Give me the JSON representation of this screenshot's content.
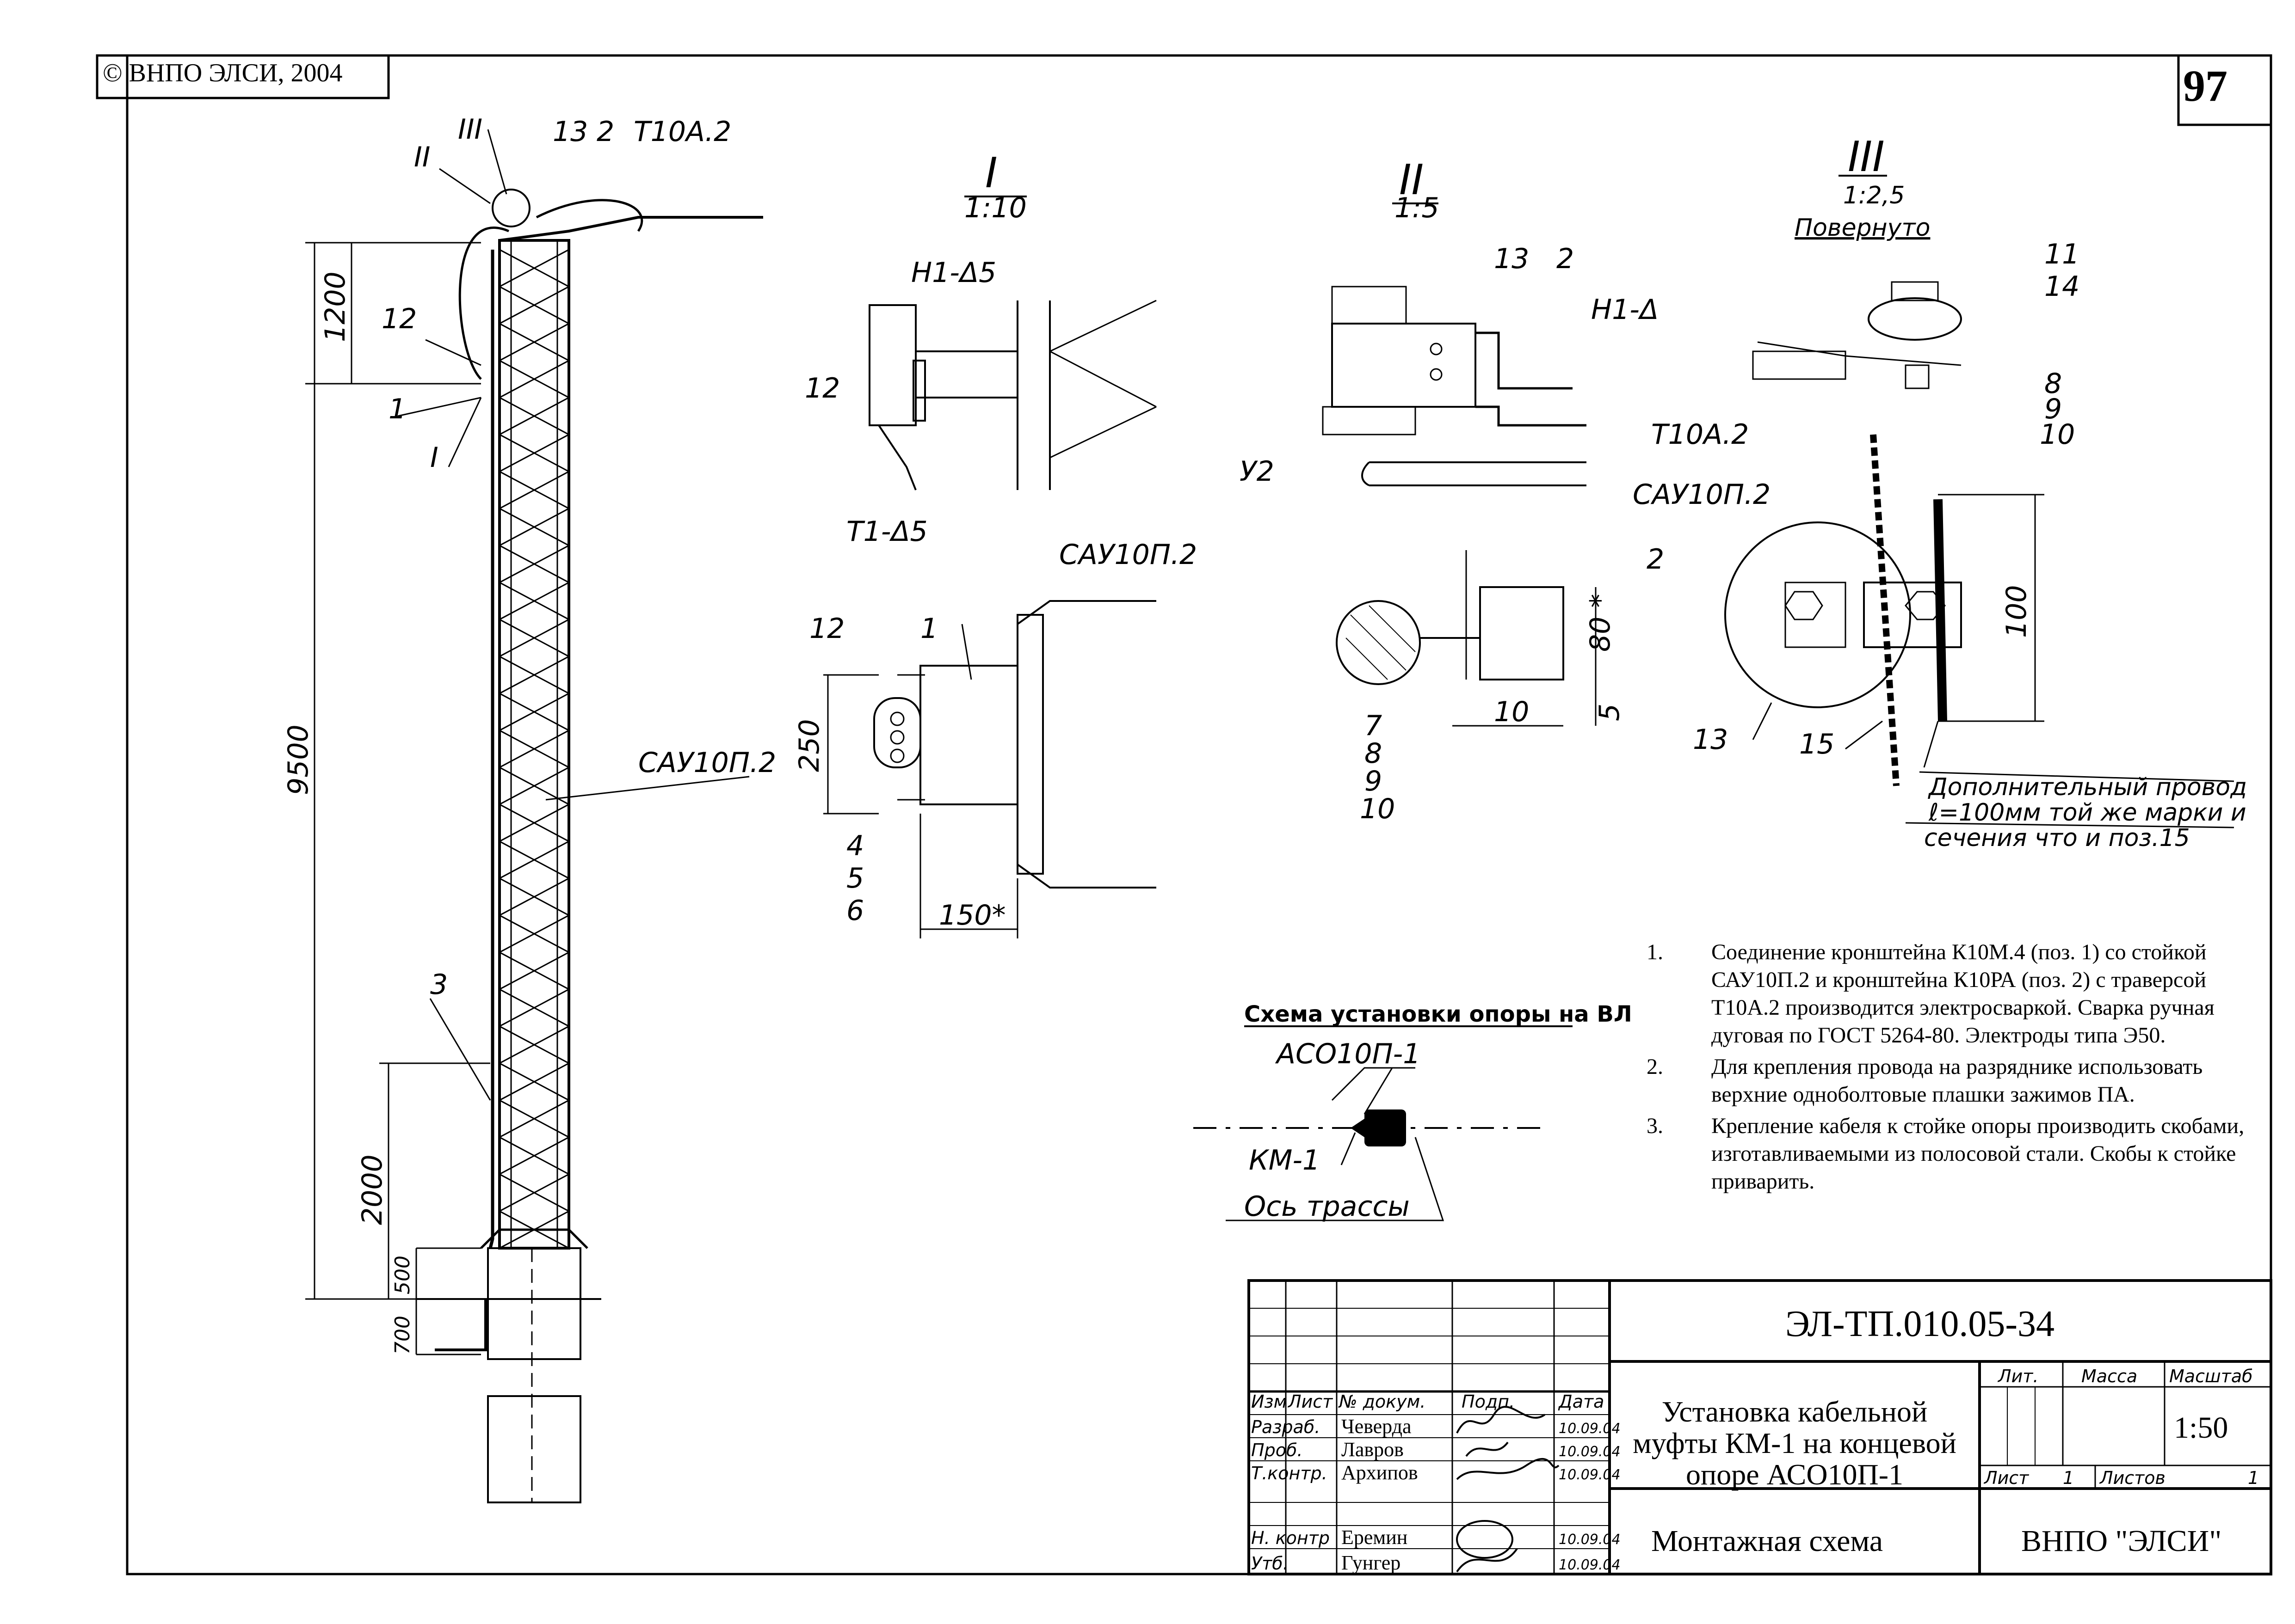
{
  "header": {
    "copyright": "© ВНПО ЭЛСИ, 2004",
    "page_number": "97"
  },
  "main_view": {
    "labels": {
      "detail_III": "III",
      "pos_13": "13",
      "pos_2": "2",
      "t10a2": "Т10А.2",
      "detail_II": "II",
      "pos_12": "12",
      "pos_1": "1",
      "detail_I": "I",
      "pos_3": "3",
      "sau": "САУ10П.2"
    },
    "dims": {
      "d1200": "1200",
      "d9500": "9500",
      "d2000": "2000",
      "d500": "500",
      "d700": "700"
    }
  },
  "detail_I": {
    "title": "I",
    "scale": "1:10",
    "labels": {
      "weld_top": "Н1-Δ5",
      "pos_12a": "12",
      "weld_bottom": "Т1-Δ5",
      "sau": "САУ10П.2",
      "pos_12b": "12",
      "pos_1": "1",
      "pos_4": "4",
      "pos_5": "5",
      "pos_6": "6"
    },
    "dims": {
      "d250": "250",
      "d150": "150*"
    }
  },
  "detail_II": {
    "title": "II",
    "scale": "1:5",
    "labels": {
      "pos_13": "13",
      "pos_2": "2",
      "weld": "Н1-Δ",
      "u2": "У2",
      "t10a2": "Т10А.2",
      "sau": "САУ10П.2",
      "pos_2b": "2",
      "pos_7": "7",
      "pos_8": "8",
      "pos_9": "9",
      "pos_10": "10"
    },
    "dims": {
      "d80": "80 *",
      "d10": "10",
      "d5": "5"
    }
  },
  "detail_III": {
    "title": "III",
    "scale": "1:2,5",
    "note": "Повернуто",
    "labels": {
      "pos_11": "11",
      "pos_14": "14",
      "pos_8": "8",
      "pos_9": "9",
      "pos_10": "10",
      "pos_13": "13",
      "pos_15": "15"
    },
    "dims": {
      "d100": "100"
    },
    "extra_note_lines": [
      "Дополнительный провод",
      "ℓ=100мм той же марки и",
      "сечения что и поз.15"
    ]
  },
  "scheme": {
    "title": "Схема установки опоры на ВЛ",
    "support_label": "АСО10П-1",
    "coupling_label": "КМ-1",
    "axis_label": "Ось трассы"
  },
  "notes": [
    {
      "num": "1.",
      "text": "Соединение кронштейна  К10М.4 (поз. 1) со стойкой САУ10П.2 и кронштейна К10РА (поз. 2) с траверсой Т10А.2 производится электросваркой. Сварка ручная дуговая по ГОСТ 5264-80. Электроды типа Э50."
    },
    {
      "num": "2.",
      "text": "Для крепления провода на разряднике использовать верхние однoболтовые плашки зажимов ПА."
    },
    {
      "num": "3.",
      "text": "Крепление кабеля к стойке опоры производить скобами, изготавливаемыми из полосовой стали. Скобы к стойке приварить."
    }
  ],
  "title_block": {
    "code": "ЭЛ-ТП.010.05-34",
    "title": "Установка кабельной муфты КМ-1 на концевой опоре АСО10П-1",
    "sheet_name": "Монтажная схема",
    "org": "ВНПО \"ЭЛСИ\"",
    "headers": {
      "izm": "Изм",
      "list": "Лист",
      "doc": "№ докум.",
      "sign": "Подп.",
      "date": "Дата",
      "lit": "Лит.",
      "mass": "Масса",
      "scale": "Масштаб",
      "sheet": "Лист",
      "sheet_no": "1",
      "sheets": "Листов",
      "sheets_no": "1"
    },
    "scale_value": "1:50",
    "roles": [
      {
        "role": "Разраб.",
        "name": "Чеверда",
        "date": "10.09.04"
      },
      {
        "role": "Проб.",
        "name": "Лавров",
        "date": "10.09.04"
      },
      {
        "role": "Т.контр.",
        "name": "Архипов",
        "date": "10.09.04"
      },
      {
        "role": "Н. контр",
        "name": "Еремин",
        "date": "10.09.04"
      },
      {
        "role": "Утб.",
        "name": "Гунгер",
        "date": "10.09.04"
      }
    ]
  }
}
